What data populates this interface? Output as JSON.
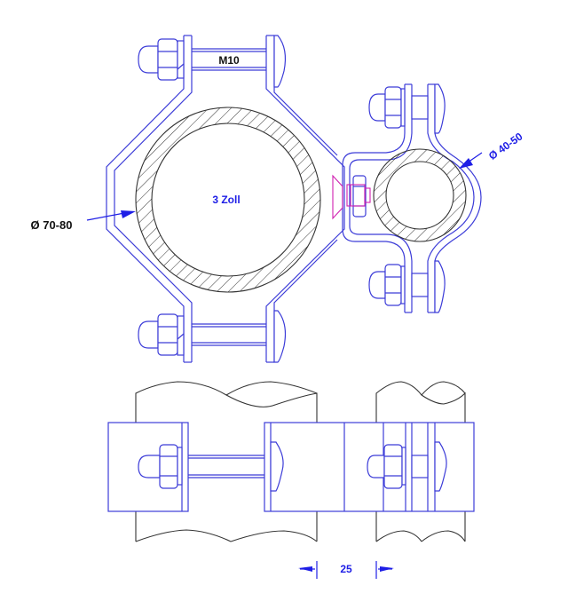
{
  "drawing": {
    "title": "Pipe clamp / cross connector technical drawing",
    "colors": {
      "outline": "#3c3cd8",
      "pipe": "#333333",
      "highlight": "#d020b0",
      "dimension": "#1e1ee6",
      "label_black": "#111111"
    },
    "labels": {
      "bolt_thread": "M10",
      "large_pipe_size": "3 Zoll",
      "large_pipe_diameter": "Ø 70-80",
      "small_pipe_diameter": "Ø 40-50",
      "plate_gap_dimension": "25"
    },
    "views": [
      {
        "name": "top-view",
        "description": "Clamp around large pipe with two M10 bolts, connected to small pipe clamp"
      },
      {
        "name": "side-view",
        "description": "Side elevation showing pipes with break lines and clamp plates"
      }
    ]
  }
}
